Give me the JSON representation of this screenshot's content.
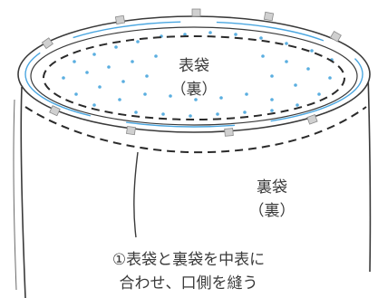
{
  "labels": {
    "outer_bag": "表袋",
    "outer_bag_side": "（裏）",
    "inner_bag": "裏袋",
    "inner_bag_side": "（裏）"
  },
  "caption": {
    "line1": "①表袋と裏袋を中表に",
    "line2": "合わせ、口側を縫う"
  },
  "colors": {
    "outline": "#3a3a3a",
    "dashed_stitch": "#2a2a2a",
    "fabric_dots": "#5aaee0",
    "rim_blue": "#4aa6e0",
    "tab_gray": "#b8b8b8"
  }
}
